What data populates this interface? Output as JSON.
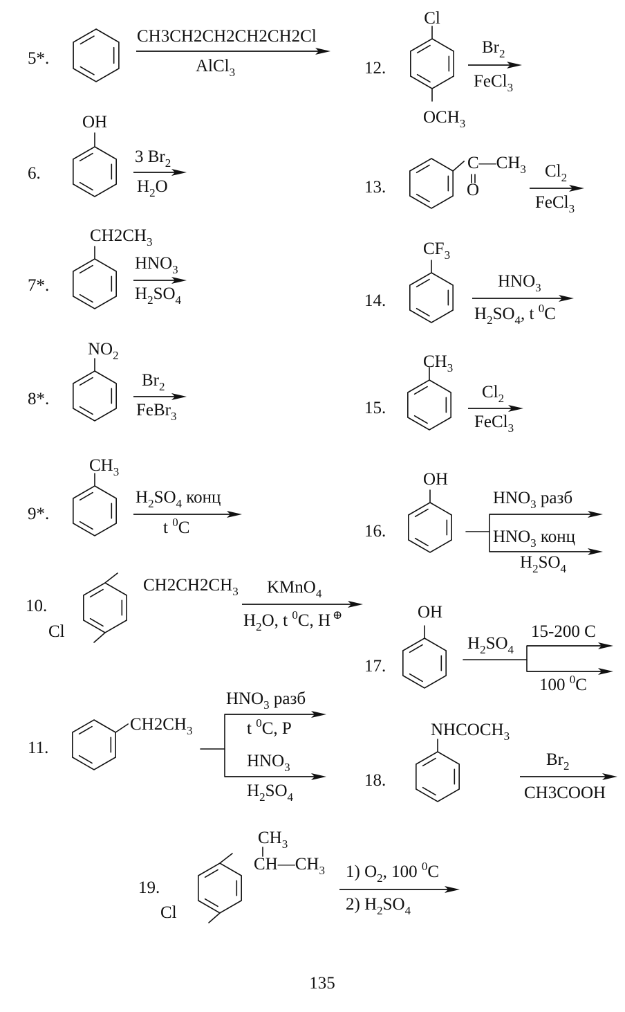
{
  "page_number": "135",
  "problems": [
    {
      "id": "p5",
      "label": "5*.",
      "reagent_above": "CH3CH2CH2CH2CH2Cl",
      "reagent_below": "AlCl3"
    },
    {
      "id": "p6",
      "label": "6.",
      "substituent": "OH",
      "reagent_above": "3 Br2",
      "reagent_below": "H2O"
    },
    {
      "id": "p7",
      "label": "7*.",
      "substituent": "CH2CH3",
      "reagent_above": "HNO3",
      "reagent_below": "H2SO4"
    },
    {
      "id": "p8",
      "label": "8*.",
      "substituent": "NO2",
      "reagent_above": "Br2",
      "reagent_below": "FeBr3"
    },
    {
      "id": "p9",
      "label": "9*.",
      "substituent": "CH3",
      "reagent_above": "H2SO4 конц",
      "reagent_below": "t 0C"
    },
    {
      "id": "p10",
      "label": "10.",
      "substituent": "CH2CH2CH3",
      "substituent_para": "Cl",
      "reagent_above": "KMnO4",
      "reagent_below": "H2O, t 0C, H+"
    },
    {
      "id": "p11",
      "label": "11.",
      "substituent": "CH2CH3",
      "branch1_above": "HNO3 разб",
      "branch1_below": "t 0C, P",
      "branch2_above": "HNO3",
      "branch2_below": "H2SO4"
    },
    {
      "id": "p12",
      "label": "12.",
      "substituent_top": "Cl",
      "substituent_bottom": "OCH3",
      "reagent_above": "Br2",
      "reagent_below": "FeCl3"
    },
    {
      "id": "p13",
      "label": "13.",
      "substituent": "C—CH3",
      "carbonyl_o": "O",
      "reagent_above": "Cl2",
      "reagent_below": "FeCl3"
    },
    {
      "id": "p14",
      "label": "14.",
      "substituent": "CF3",
      "reagent_above": "HNO3",
      "reagent_below": "H2SO4, t 0C"
    },
    {
      "id": "p15",
      "label": "15.",
      "substituent": "CH3",
      "reagent_above": "Cl2",
      "reagent_below": "FeCl3"
    },
    {
      "id": "p16",
      "label": "16.",
      "substituent": "OH",
      "branch1_above": "HNO3 разб",
      "branch2_above": "HNO3 конц",
      "branch2_below": "H2SO4"
    },
    {
      "id": "p17",
      "label": "17.",
      "substituent": "OH",
      "reagent_pre": "H2SO4",
      "branch1_above": "15-200 C",
      "branch2_below": "100 0C"
    },
    {
      "id": "p18",
      "label": "18.",
      "substituent": "NHCOCH3",
      "reagent_above": "Br2",
      "reagent_below": "CH3COOH"
    },
    {
      "id": "p19",
      "label": "19.",
      "substituent_top": "CH3",
      "substituent": "CH—CH3",
      "substituent_para": "Cl",
      "reagent_above": "1) O2, 100 0C",
      "reagent_below": "2) H2SO4"
    }
  ]
}
